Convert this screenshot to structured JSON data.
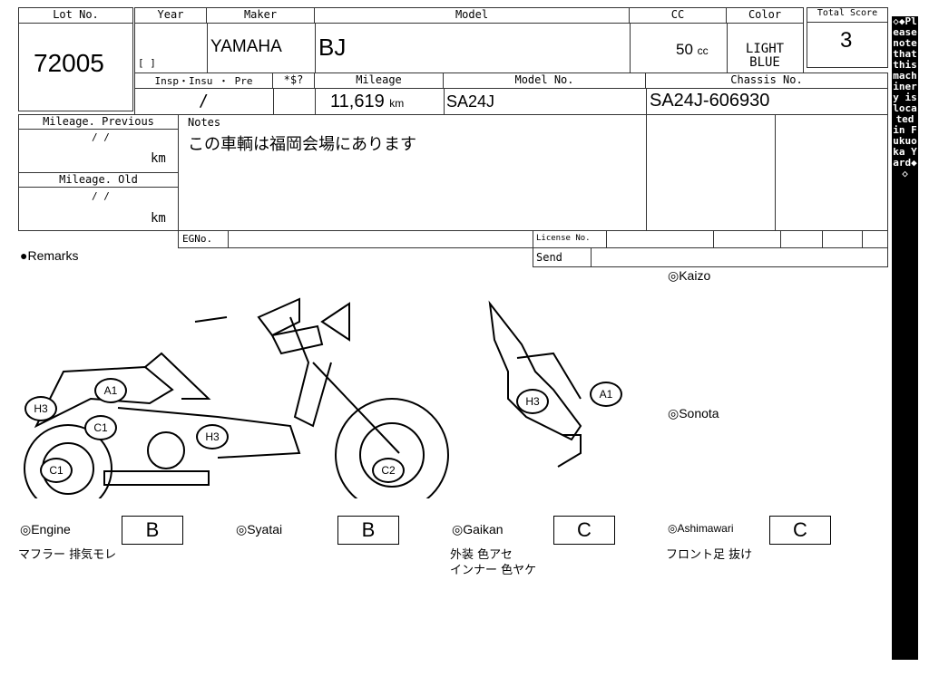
{
  "header": {
    "lot_label": "Lot No.",
    "lot": "72005",
    "year_label": "Year",
    "year": "[       ]",
    "maker_label": "Maker",
    "maker": "YAMAHA",
    "model_label": "Model",
    "model": "BJ",
    "cc_label": "CC",
    "cc": "50",
    "cc_unit": "cc",
    "color_label": "Color",
    "color": "LIGHT BLUE",
    "score_label": "Total Score",
    "score": "3"
  },
  "row2": {
    "insp_label": "Insp・Insu ・ Pre",
    "insp": "/",
    "dollar_label": "*$?",
    "mileage_label": "Mileage",
    "mileage": "11,619",
    "mileage_unit": "km",
    "model_no_label": "Model No.",
    "model_no": "SA24J",
    "chassis_label": "Chassis No.",
    "chassis": "SA24J-606930"
  },
  "history": {
    "prev_label": "Mileage. Previous",
    "prev": "/    /",
    "km": "km",
    "old_label": "Mileage. Old",
    "old": "/    /"
  },
  "notes": {
    "label": "Notes",
    "text": "この車輌は福岡会場にあります"
  },
  "misc": {
    "egno": "EGNo.",
    "license": "License No.",
    "send": "Send",
    "remarks": "●Remarks",
    "kaizo": "◎Kaizo",
    "sonota": "◎Sonota"
  },
  "markers": {
    "left": [
      "A1",
      "H3",
      "C1",
      "H3",
      "C1",
      "C2"
    ],
    "right": [
      "H3",
      "A1"
    ]
  },
  "grades": [
    {
      "label": "◎Engine",
      "grade": "B",
      "notes": [
        "マフラー 排気モレ"
      ]
    },
    {
      "label": "◎Syatai",
      "grade": "B",
      "notes": []
    },
    {
      "label": "◎Gaikan",
      "grade": "C",
      "notes": [
        "外装 色アセ",
        "インナー 色ヤケ"
      ]
    },
    {
      "label": "◎Ashimawari",
      "grade": "C",
      "notes": [
        "フロント足 抜け"
      ]
    }
  ],
  "sidebar": "◇◆Please note that this machinery is located in Fukuoka Yard◆◇"
}
